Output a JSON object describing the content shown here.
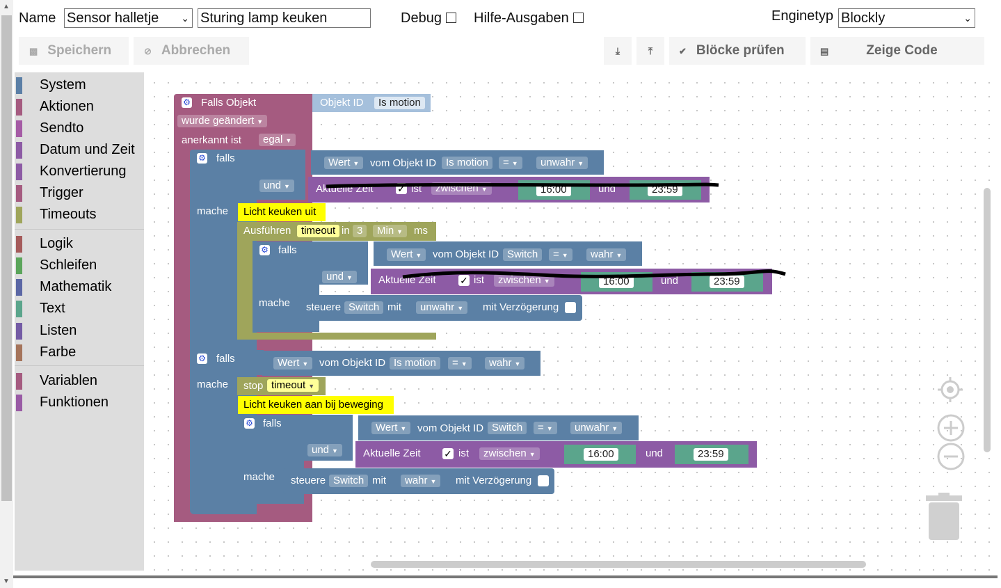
{
  "header": {
    "name_label": "Name",
    "folder_value": "Sensor halletje",
    "script_name_value": "Sturing lamp keuken",
    "debug_label": "Debug",
    "hilfe_label": "Hilfe-Ausgaben",
    "enginetyp_label": "Enginetyp",
    "enginetyp_value": "Blockly"
  },
  "toolbar": {
    "save_label": "Speichern",
    "cancel_label": "Abbrechen",
    "check_label": "Blöcke prüfen",
    "show_code_label": "Zeige Code"
  },
  "toolbox": {
    "items": [
      {
        "label": "System",
        "color": "#5b7fa6"
      },
      {
        "label": "Aktionen",
        "color": "#a55b80"
      },
      {
        "label": "Sendto",
        "color": "#a55ba5"
      },
      {
        "label": "Datum und Zeit",
        "color": "#8d5ba5"
      },
      {
        "label": "Konvertierung",
        "color": "#8d5ba5"
      },
      {
        "label": "Trigger",
        "color": "#a55b80"
      },
      {
        "label": "Timeouts",
        "color": "#9fa55b"
      },
      {
        "label": "Logik",
        "color": "#a55b5b"
      },
      {
        "label": "Schleifen",
        "color": "#5ba55b"
      },
      {
        "label": "Mathematik",
        "color": "#5b67a5"
      },
      {
        "label": "Text",
        "color": "#5ba58c"
      },
      {
        "label": "Listen",
        "color": "#745ba5"
      },
      {
        "label": "Farbe",
        "color": "#a5745b"
      },
      {
        "label": "Variablen",
        "color": "#a55b80"
      },
      {
        "label": "Funktionen",
        "color": "#995ba5"
      }
    ]
  },
  "blocks": {
    "trigger_title": "Falls Objekt",
    "objekt_id": "Objekt ID",
    "is_motion": "Is motion",
    "wurde_geaendert": "wurde geändert",
    "anerkannt_ist": "anerkannt ist",
    "egal": "egal",
    "falls": "falls",
    "und": "und",
    "mache": "mache",
    "wert": "Wert",
    "vom_objekt_id": "vom Objekt ID",
    "eq": "=",
    "unwahr": "unwahr",
    "wahr": "wahr",
    "aktuelle_zeit": "Aktuelle Zeit",
    "ist": "ist",
    "zwischen": "zwischen",
    "t1600": "16:00",
    "t2359": "23:59",
    "comment1": "Licht keuken uit",
    "ausfuehren": "Ausführen",
    "timeout": "timeout",
    "in": "in",
    "three": "3",
    "min": "Min",
    "ms": "ms",
    "switch": "Switch",
    "steuere": "steuere",
    "mit": "mit",
    "mit_verzoegerung": "mit Verzögerung",
    "stop": "stop",
    "comment2": "Licht keuken aan bij beweging"
  }
}
